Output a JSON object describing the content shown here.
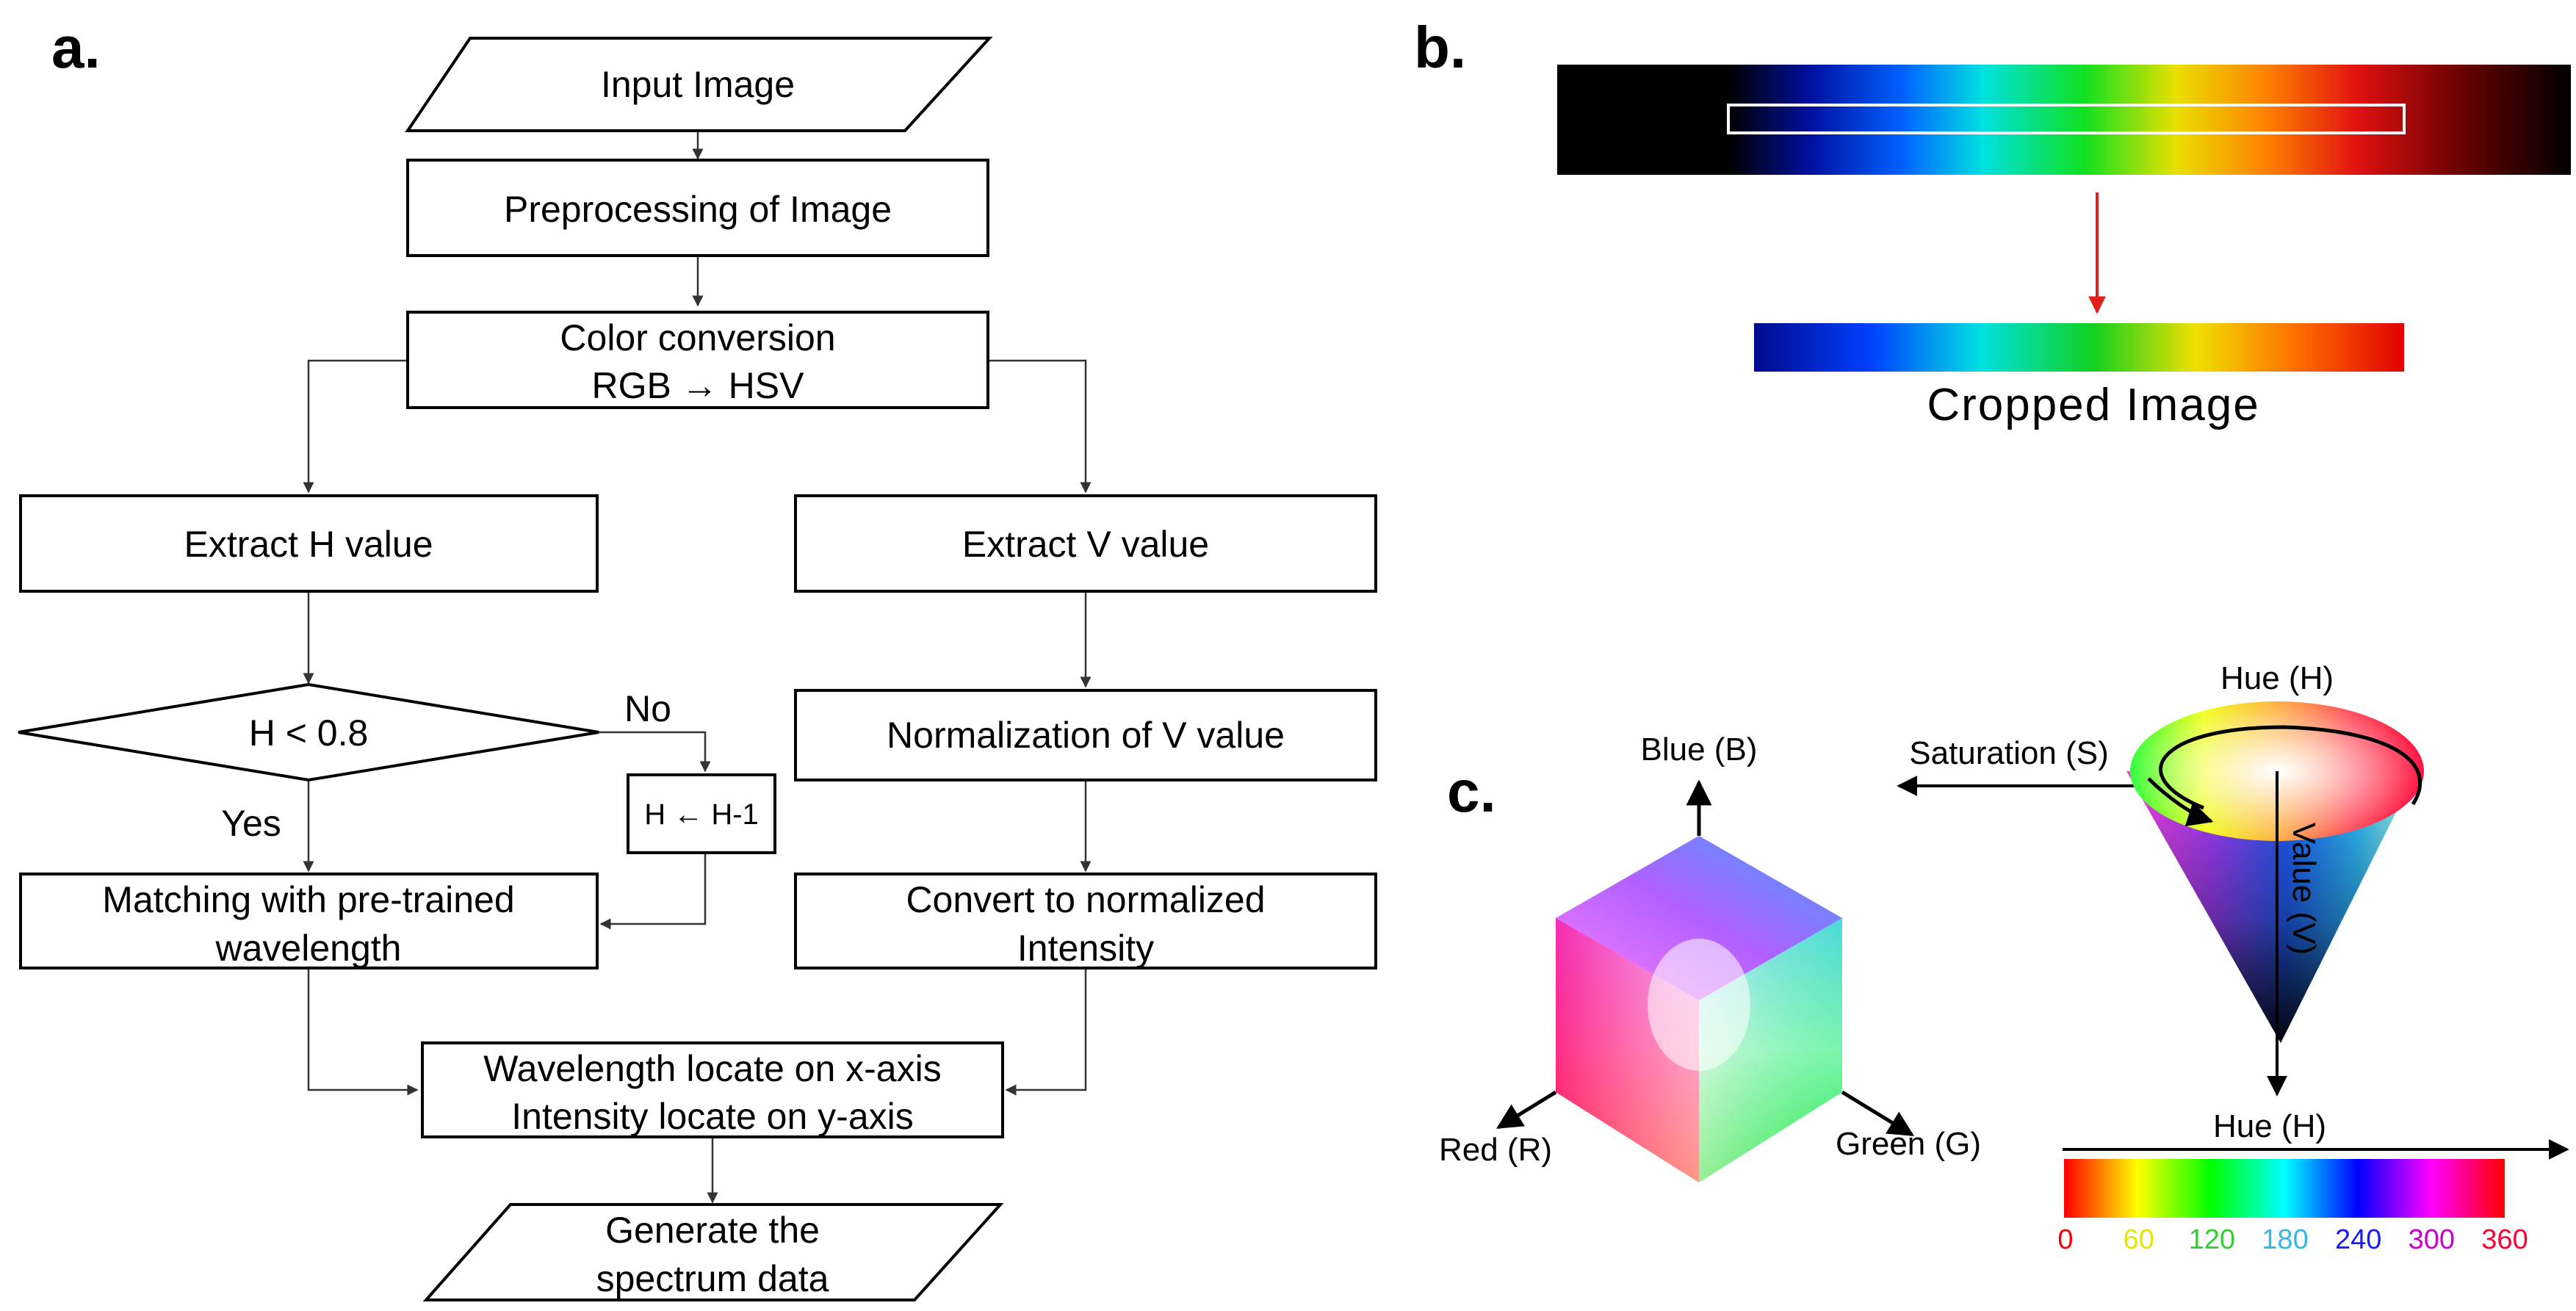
{
  "panels": {
    "a": "a.",
    "b": "b.",
    "c": "c."
  },
  "flowchart": {
    "input_image": "Input Image",
    "preprocessing": "Preprocessing of Image",
    "color_conversion_1": "Color conversion",
    "color_conversion_2": "RGB → HSV",
    "extract_h": "Extract H value",
    "extract_v": "Extract V value",
    "h_condition": "H < 0.8",
    "no": "No",
    "yes": "Yes",
    "h_update": "H ← H-1",
    "normalize_v": "Normalization of V value",
    "matching_1": "Matching with pre-trained",
    "matching_2": "wavelength",
    "convert_1": "Convert to normalized",
    "convert_2": "Intensity",
    "locate_1": "Wavelength locate on x-axis",
    "locate_2": "Intensity locate on y-axis",
    "generate_1": "Generate the",
    "generate_2": "spectrum data"
  },
  "panel_b": {
    "cropped_label": "Cropped Image"
  },
  "panel_c": {
    "blue_axis": "Blue (B)",
    "red_axis": "Red (R)",
    "green_axis": "Green (G)",
    "hue_top": "Hue (H)",
    "saturation": "Saturation (S)",
    "value": "Value (V)",
    "hue_bar_title": "Hue (H)",
    "hue_ticks": [
      "0",
      "60",
      "120",
      "180",
      "240",
      "300",
      "360"
    ],
    "hue_tick_colors": [
      "#ff0000",
      "#e6e600",
      "#33cc33",
      "#33b8e6",
      "#1a1aff",
      "#cc00cc",
      "#ff0033"
    ]
  },
  "colors": {
    "arrow_red": "#e0201a"
  }
}
